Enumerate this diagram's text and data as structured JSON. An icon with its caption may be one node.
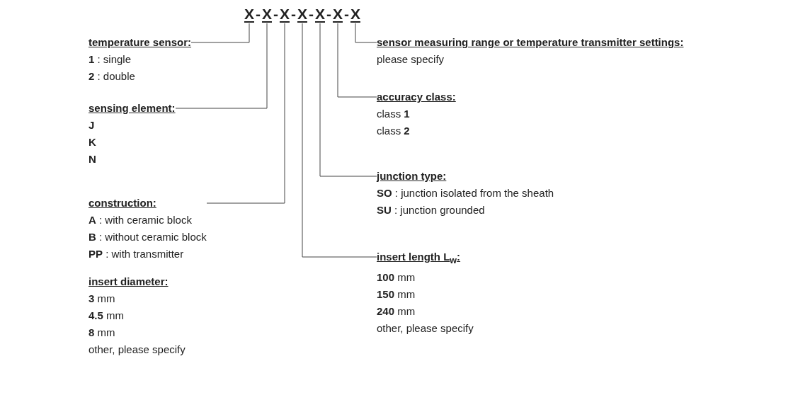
{
  "diagram": {
    "nodes": [
      {
        "text": [
          "X"
        ]
      },
      {
        "text": [
          "X"
        ]
      },
      {
        "text": [
          "X"
        ]
      },
      {
        "text": [
          "X"
        ]
      },
      {
        "text": [
          "X"
        ]
      },
      {
        "text": [
          "X"
        ]
      },
      {
        "text": [
          "X"
        ]
      },
      {
        "text": [
          "temperature sensor:",
          "**1** : single",
          "**2** : double"
        ]
      },
      {
        "text": [
          "sensor measuring range or temperature transmitter settings:",
          "please specify"
        ]
      },
      {
        "text": [
          "accuracy class:",
          "class **1**",
          "class **2**"
        ]
      },
      {
        "text": [
          "sensing element:",
          "**J**",
          "**K**",
          "**N**"
        ]
      },
      {
        "text": [
          "junction type:",
          "**SO** : junction isolated from the sheath",
          "**SU** : junction grounded"
        ]
      },
      {
        "text": [
          "construction:",
          "**A** : with ceramic block",
          "**B** : without ceramic block",
          "**PP** : with transmitter"
        ]
      },
      {
        "text": [
          "insert length L$_{w}$:",
          "**100** mm",
          "**150** mm",
          "**240** mm",
          "other, please specify"
        ]
      },
      {
        "text": [
          "insert diameter:",
          "**3** mm",
          "**4.5** mm",
          "**8** mm",
          "other, please specify"
        ]
      }
    ],
    "edges": [
      {
        "from": 0,
        "to": 7,
        "arrow": "none"
      },
      {
        "from": 1,
        "to": 10,
        "arrow": "none"
      },
      {
        "from": 2,
        "to": 12,
        "arrow": "none"
      },
      {
        "from": 3,
        "to": 13,
        "arrow": "none"
      },
      {
        "from": 4,
        "to": 11,
        "arrow": "none"
      },
      {
        "from": 5,
        "to": 9,
        "arrow": "none"
      },
      {
        "from": 6,
        "to": 8,
        "arrow": "none"
      }
    ],
    "labels": [
      "-",
      "-",
      "-",
      "-",
      "-",
      "-"
    ]
  }
}
